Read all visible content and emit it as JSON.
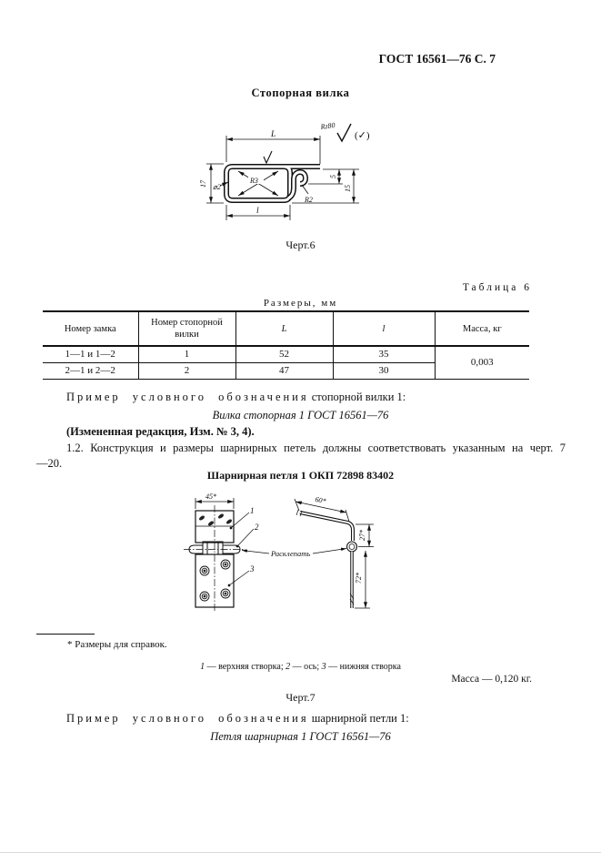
{
  "page": {
    "header": "ГОСТ 16561—76 С. 7"
  },
  "fork": {
    "title": "Стопорная вилка",
    "figure_caption": "Черт.6",
    "drawing": {
      "roughness": "Rz80",
      "roughness_alt": "(✓)",
      "dim_L": "L",
      "dim_l": "l",
      "dim_h17": "17",
      "dim_wire": "⌀2",
      "dim_r3": "R3",
      "dim_r2": "R2",
      "dim_5": "5",
      "dim_15": "15"
    },
    "table": {
      "label": "Таблица 6",
      "units_caption": "Размеры, мм",
      "columns": [
        "Номер замка",
        "Номер стопорной вилки",
        "L",
        "l",
        "Масса, кг"
      ],
      "rows": [
        {
          "lock": "1—1 и 1—2",
          "fork_no": "1",
          "L": "52",
          "l": "35"
        },
        {
          "lock": "2—1 и 2—2",
          "fork_no": "2",
          "L": "47",
          "l": "30"
        }
      ],
      "mass": "0,003"
    },
    "example_intro": "Пример условного обозначения",
    "example_object": "стопорной вилки 1:",
    "designation": "Вилка стопорная 1 ГОСТ 16561—76",
    "amendment": "(Измененная редакция, Изм. № 3, 4).",
    "clause": "1.2. Конструкция и размеры шарнирных петель должны соответствовать указанным на черт. 7—20."
  },
  "hinge": {
    "title": "Шарнирная петля 1 ОКП 72898 83402",
    "figure_caption": "Черт.7",
    "drawing": {
      "dim_45": "45*",
      "dim_60": "60*",
      "dim_27": "27*",
      "dim_72": "72*",
      "callout_1": "1",
      "callout_2": "2",
      "callout_3": "3",
      "note": "Расклепать"
    },
    "footnote": "* Размеры для справок.",
    "legend": [
      {
        "num": "1",
        "text": " — верхняя створка; "
      },
      {
        "num": "2",
        "text": " — ось; "
      },
      {
        "num": "3",
        "text": " — нижняя створка"
      }
    ],
    "mass_note": "Масса — 0,120 кг.",
    "example_intro": "Пример условного обозначения",
    "example_object": "шарнирной петли 1:",
    "designation": "Петля шарнирная 1 ГОСТ 16561—76"
  }
}
